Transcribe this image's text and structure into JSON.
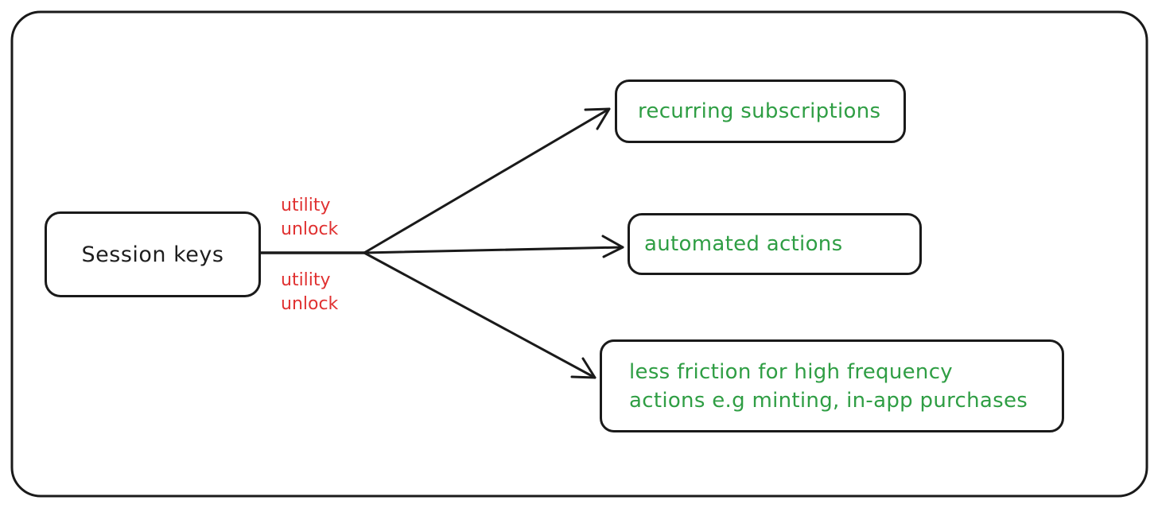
{
  "diagram": {
    "source_node": {
      "label": "Session keys"
    },
    "edge_labels": [
      {
        "text": "utility\nunlock"
      },
      {
        "text": "utility\nunlock"
      }
    ],
    "target_nodes": [
      {
        "label": "recurring subscriptions"
      },
      {
        "label": "automated actions"
      },
      {
        "label": "less friction for high frequency\nactions e.g minting, in-app purchases"
      }
    ]
  },
  "colors": {
    "stroke": "#1a1a1a",
    "source_text": "#1e1e1e",
    "target_text": "#2f9e44",
    "edge_label_text": "#e03131",
    "background": "#ffffff"
  }
}
